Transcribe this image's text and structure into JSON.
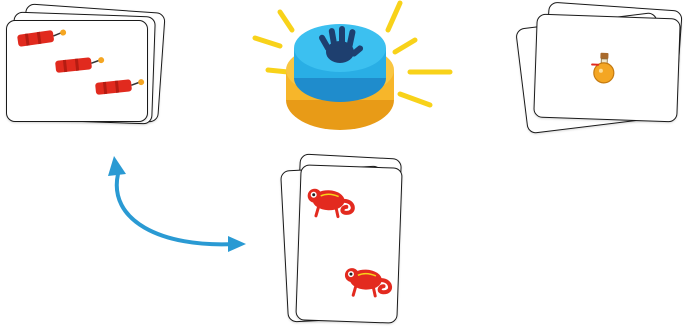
{
  "scene": {
    "left_pile": {
      "card_count": 3,
      "symbol": "firecracker-icon",
      "symbol_count": 3
    },
    "right_pile": {
      "card_count": 3,
      "symbol": "potion-bottle-icon",
      "symbol_count": 1
    },
    "center_pile": {
      "card_count": 3,
      "symbol": "chameleon-icon",
      "symbol_count": 2
    },
    "buzzer": {
      "icon": "hand-print-icon"
    },
    "arrow": {
      "type": "double-headed-curved-arrow"
    }
  },
  "colors": {
    "firecracker": "#e12a1e",
    "chameleon": "#e32a1f",
    "potion": "#f4a623",
    "buzzer_top": "#29aee5",
    "buzzer_base": "#f7b62a",
    "buzzer_hand": "#1e3f6f",
    "rays": "#f8d21a",
    "arrow": "#2a9ad3",
    "card_edge_green": "#2f9a3c"
  }
}
